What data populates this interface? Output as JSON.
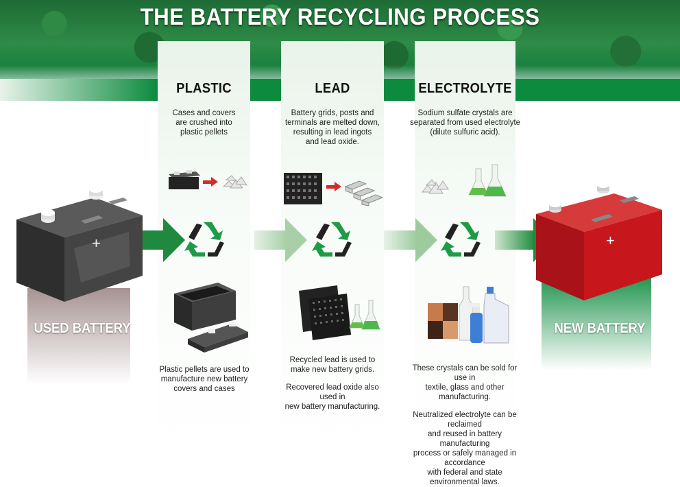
{
  "title": "THE BATTERY RECYCLING PROCESS",
  "used_battery_label": "USED BATTERY",
  "new_battery_label": "NEW BATTERY",
  "columns": [
    {
      "heading": "PLASTIC",
      "top_text": [
        "Cases and covers",
        "are crushed into",
        "plastic pellets"
      ],
      "bottom_text": [
        "Plastic pellets are used to",
        "manufacture new battery",
        "covers and cases"
      ]
    },
    {
      "heading": "LEAD",
      "top_text": [
        "Battery grids, posts and",
        "terminals are melted down,",
        "resulting in lead ingots",
        "and lead oxide."
      ],
      "bottom_text": [
        "Recycled lead is used to",
        "make new battery grids."
      ],
      "bottom_text2": [
        "Recovered lead oxide also used in",
        "new battery manufacturing."
      ]
    },
    {
      "heading": "ELECTROLYTE",
      "top_text": [
        "Sodium sulfate crystals are",
        "separated from used electrolyte",
        "(dilute sulfuric acid)."
      ],
      "bottom_text": [
        "These crystals can be sold for use in",
        "textile, glass and other manufacturing."
      ],
      "bottom_text2": [
        "Neutralized electrolyte can be reclaimed",
        "and reused in battery manufacturing",
        "process or safely managed in accordance",
        "with federal and state environmental laws."
      ]
    }
  ],
  "colors": {
    "green": "#0c8a3e",
    "battery_red": "#c8161d",
    "battery_gray": "#3a3a3a"
  },
  "icons": [
    "recycle-icon",
    "battery-icon",
    "arrow-right-icon",
    "pellets-icon",
    "grid-icon",
    "ingot-icon",
    "flask-icon",
    "bottle-icon"
  ]
}
